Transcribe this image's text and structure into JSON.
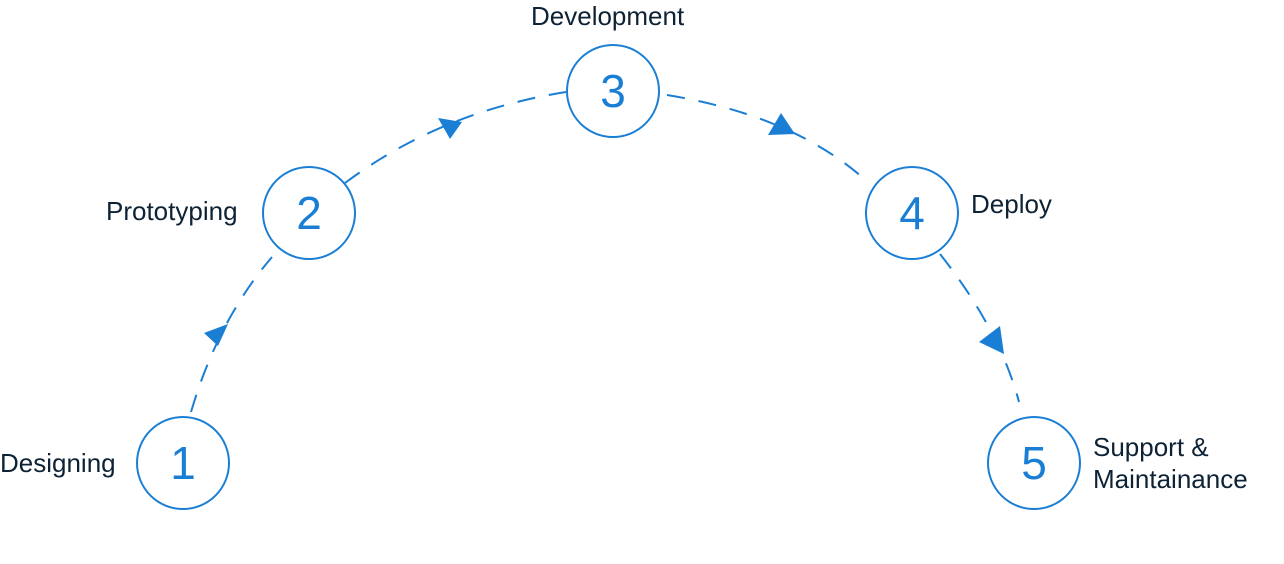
{
  "colors": {
    "accent": "#1a7fd4",
    "label_text": "#0d2235",
    "background": "#ffffff"
  },
  "steps": [
    {
      "number": "1",
      "label": "Designing"
    },
    {
      "number": "2",
      "label": "Prototyping"
    },
    {
      "number": "3",
      "label": "Development"
    },
    {
      "number": "4",
      "label": "Deploy"
    },
    {
      "number": "5",
      "label_lines": [
        "Support &",
        "Maintainance"
      ]
    }
  ]
}
